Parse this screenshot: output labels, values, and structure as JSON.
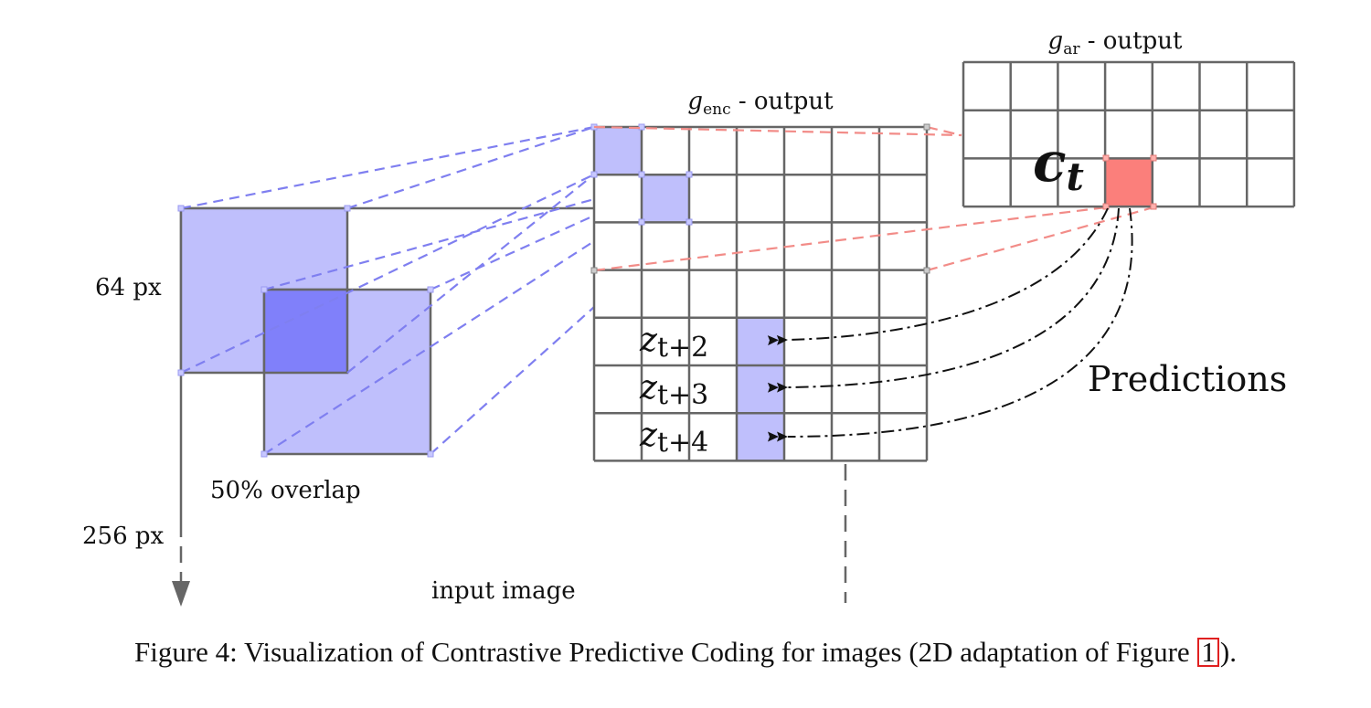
{
  "diagram": {
    "labels": {
      "gar_symbol": "g",
      "gar_sub": "ar",
      "gar_rest": " - output",
      "genc_symbol": "g",
      "genc_sub": "enc",
      "genc_rest": " - output",
      "ct_symbol": "c",
      "ct_sub": "t",
      "z2_symbol": "z",
      "z2_sub": "t+2",
      "z3_symbol": "z",
      "z3_sub": "t+3",
      "z4_symbol": "z",
      "z4_sub": "t+4",
      "predictions": "Predictions",
      "px64": "64 px",
      "px256": "256 px",
      "overlap": "50% overlap",
      "input_image": "input image"
    },
    "colors": {
      "patch_fill": "#bfbffc",
      "overlap_fill": "#8080fa",
      "context_fill": "#fb7f7b",
      "blue_dash": "#7f7ff0",
      "red_dash": "#f28c88",
      "grid_line": "#666666",
      "caption_ref_box": "#e02020"
    }
  },
  "caption": {
    "text": "Figure 4: Visualization of Contrastive Predictive Coding for images (2D adaptation of Figure ",
    "ref": "1",
    "end": ")."
  }
}
